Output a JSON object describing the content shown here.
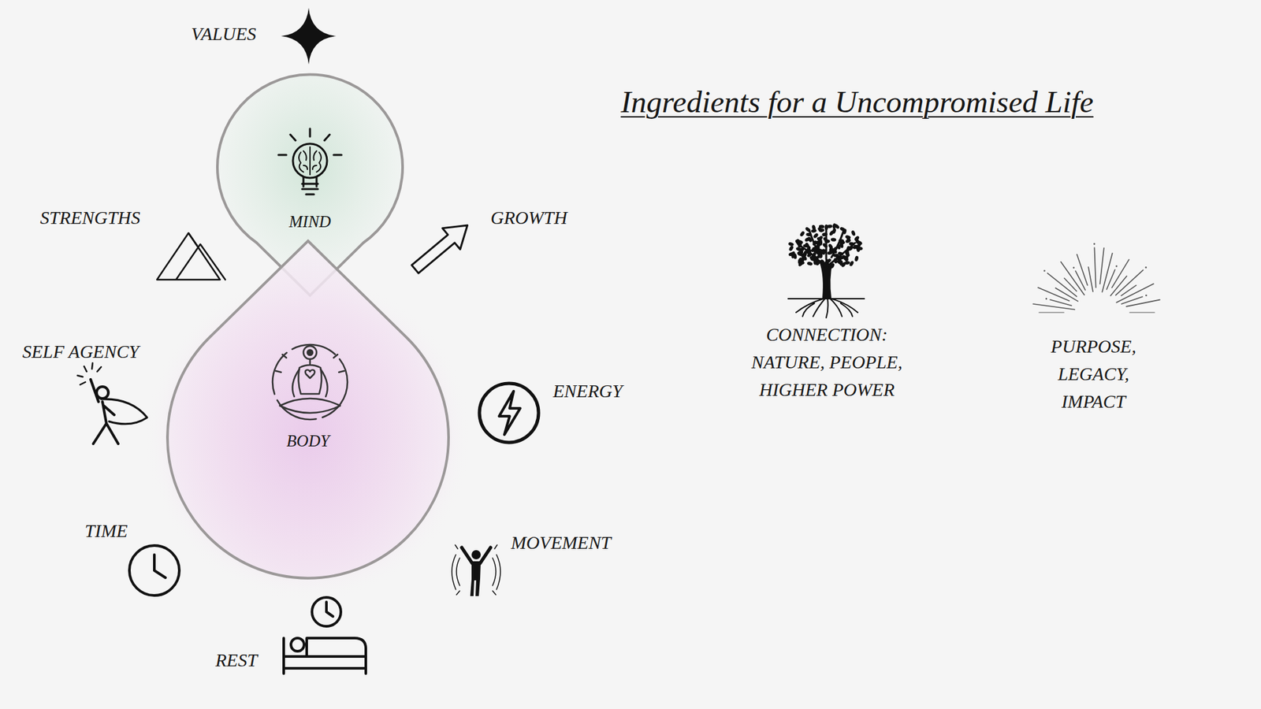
{
  "diagram": {
    "title": "Ingredients for a Uncompromised Life",
    "nodes": [
      {
        "text": [
          "MIND"
        ]
      },
      {
        "text": [
          "BODY"
        ]
      }
    ],
    "labels": [
      "VALUES",
      "STRENGTHS",
      "GROWTH",
      "SELF AGENCY",
      "ENERGY",
      "TIME",
      "MOVEMENT",
      "REST",
      "CONNECTION: NATURE, PEOPLE, HIGHER POWER",
      "PURPOSE, LEGACY, IMPACT"
    ]
  }
}
